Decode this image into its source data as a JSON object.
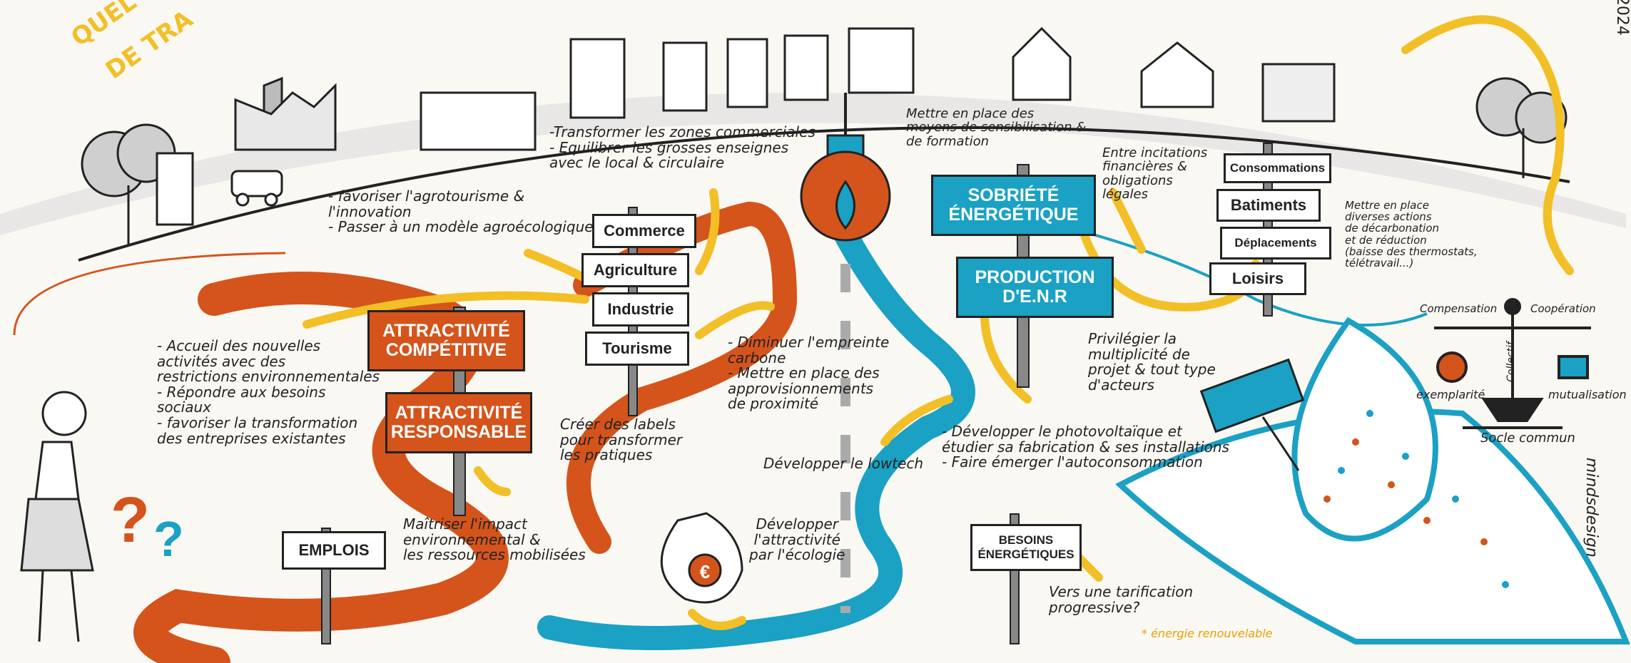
{
  "title_fragment": [
    "QUEL",
    "DE TRA"
  ],
  "year_fragment": "2024",
  "signature": "mindsdesign",
  "center_labels": {
    "commerce": "Commerce",
    "agriculture": "Agriculture",
    "industrie": "Industrie",
    "tourisme": "Tourisme"
  },
  "orange_signs": {
    "competitive": "ATTRACTIVITÉ COMPÉTITIVE",
    "responsable": "ATTRACTIVITÉ RESPONSABLE"
  },
  "emplois": "EMPLOIS",
  "blue_signs": {
    "sobriete": "SOBRIÉTÉ ÉNERGÉTIQUE",
    "production": "PRODUCTION D'E.N.R"
  },
  "right_signs": {
    "consommations": "Consommations",
    "batiments": "Batiments",
    "deplacements": "Déplacements",
    "loisirs": "Loisirs"
  },
  "besoins": "BESOINS ÉNERGÉTIQUES",
  "notes": {
    "transformer": "-Transformer les zones commerciales\n- Equilibrer les grosses enseignes\navec le local & circulaire",
    "agrotourisme": "- favoriser l'agrotourisme &\nl'innovation\n- Passer à un modèle agroécologique",
    "accueil": "- Accueil des nouvelles\nactivités avec des\nrestrictions environnementales\n- Répondre aux besoins\nsociaux\n- favoriser la transformation\ndes entreprises existantes",
    "labels": "Créer des labels\npour transformer\nles pratiques",
    "maitriser": "Maîtriser l'impact\nenvironnemental &\nles ressources mobilisées",
    "diminuer": "- Diminuer l'empreinte\ncarbone\n- Mettre en place des\napprovisionnements\nde proximité",
    "lowtech": "Développer le lowtech",
    "attractivite_eco": "Développer\nl'attractivité\npar l'écologie",
    "sensibilisation": "Mettre en place des\nmoyens de sensibilisation &\nde formation",
    "incitations": "Entre incitations\nfinancières &\nobligations\nlégales",
    "actions": "Mettre en place\ndiverses actions\nde décarbonation\net de réduction\n(baisse des thermostats,\ntélétravail...)",
    "privilegier": "Privilégier la\nmultiplicité de\nprojet & tout type\nd'acteurs",
    "photovoltaique": "- Développer le photovoltaïque et\nétudier sa fabrication & ses installations\n- Faire émerger l'autoconsommation",
    "tarification": "Vers une tarification\nprogressive?",
    "enr_note": "* énergie renouvelable"
  },
  "balance": {
    "compensation": "Compensation",
    "cooperation": "Coopération",
    "collectif": "Collectif",
    "exemplarite": "exemplarité",
    "mutualisation": "mutualisation",
    "socle": "Socle commun"
  },
  "euro_symbol": "€",
  "question_marks": [
    "?",
    "?"
  ],
  "colors": {
    "orange": "#d4541c",
    "blue": "#1aa1c4",
    "yellow": "#f2bf26",
    "ink": "#222222",
    "background": "#faf8f3"
  }
}
